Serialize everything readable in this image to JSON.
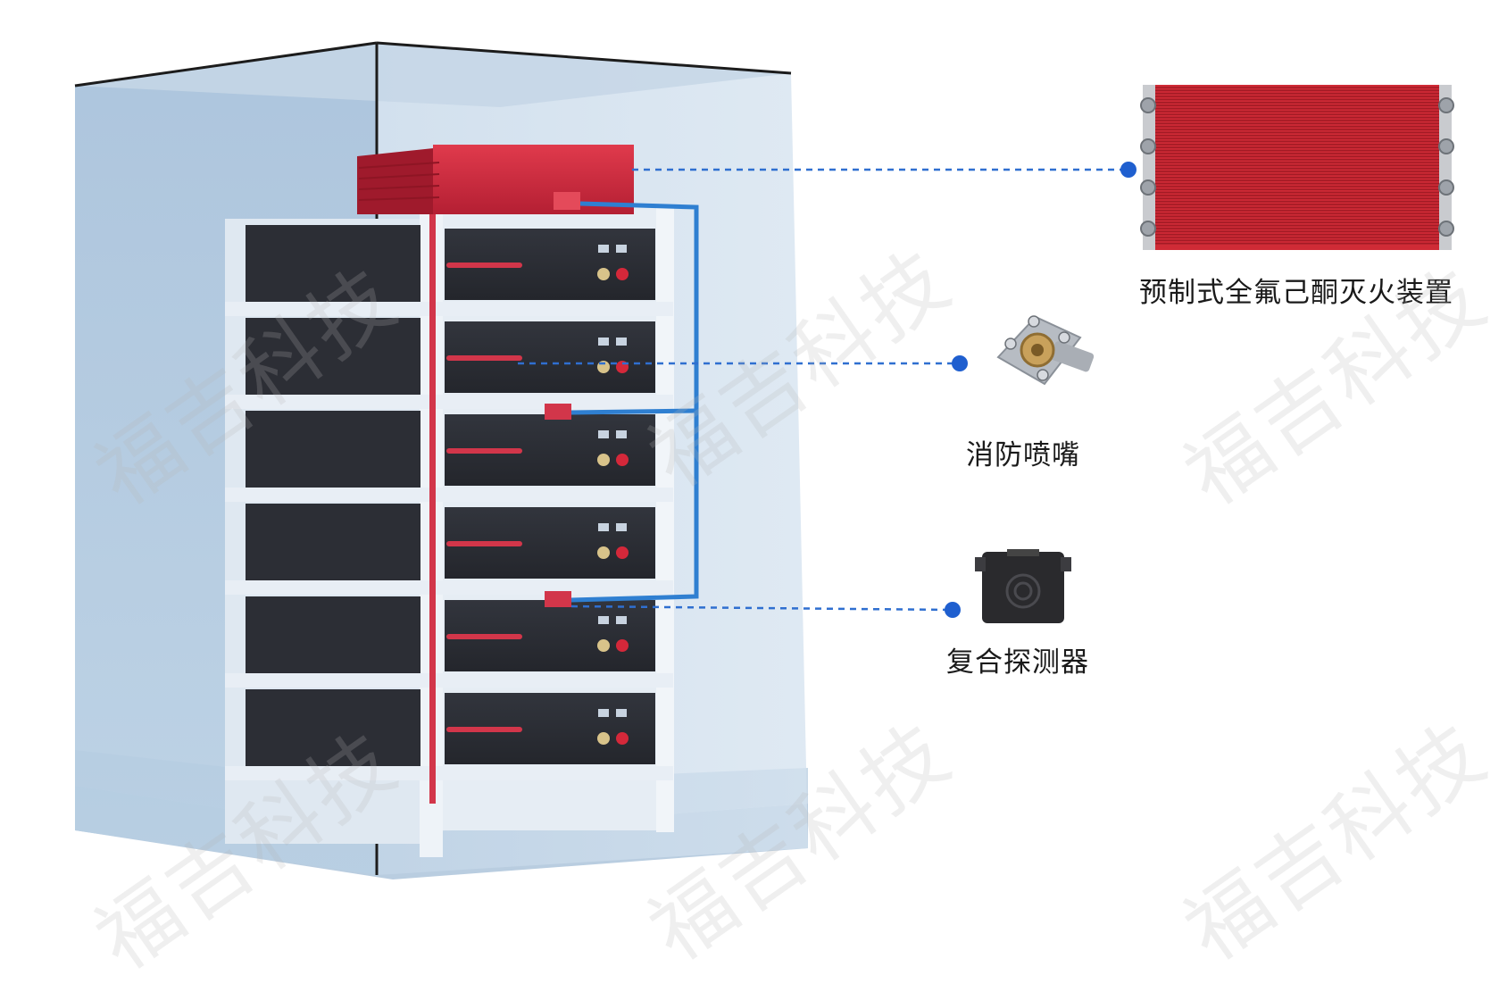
{
  "labels": {
    "extinguisher": "预制式全氟己酮灭火装置",
    "nozzle": "消防喷嘴",
    "detector": "复合探测器"
  },
  "watermark": {
    "text": "福吉科技",
    "color": "#b4b4b4"
  },
  "colors": {
    "cabinet_glass": "#a9c3dc",
    "rack_frame": "#dde6ef",
    "battery_module": "#2a2c33",
    "extinguisher_red": "#c8283c",
    "pipe_blue": "#2f7fd1",
    "callout_line": "#2f6fd0",
    "cable_red": "#d2364a"
  },
  "rack": {
    "module_count": 6
  }
}
